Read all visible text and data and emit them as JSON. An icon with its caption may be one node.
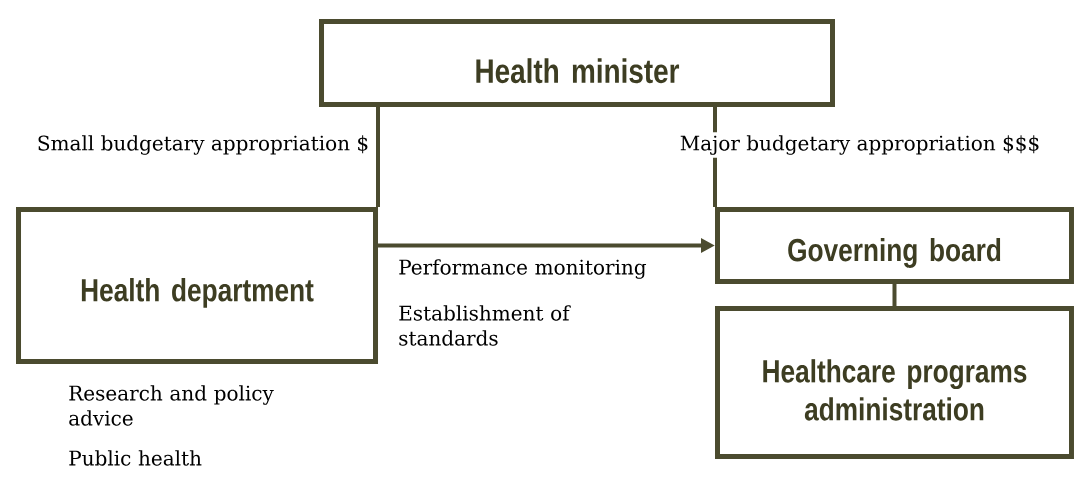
{
  "diagram": {
    "nodes": [
      {
        "text": [
          "Health minister"
        ]
      },
      {
        "text": [
          "Health department"
        ]
      },
      {
        "text": [
          "Governing board"
        ]
      },
      {
        "text": [
          "Healthcare programs administration"
        ]
      }
    ],
    "edges": [
      {
        "from": 0,
        "to": 1,
        "arrow": "none",
        "label": "Small budgetary appropriation $"
      },
      {
        "from": 0,
        "to": 2,
        "arrow": "none",
        "label": "Major budgetary appropriation $$$"
      },
      {
        "from": 1,
        "to": 2,
        "arrow": "to"
      },
      {
        "from": 2,
        "to": 3,
        "arrow": "none"
      }
    ],
    "labels": [
      "Performance monitoring",
      "Establishment of standards",
      "Research and policy advice",
      "Public health"
    ]
  }
}
